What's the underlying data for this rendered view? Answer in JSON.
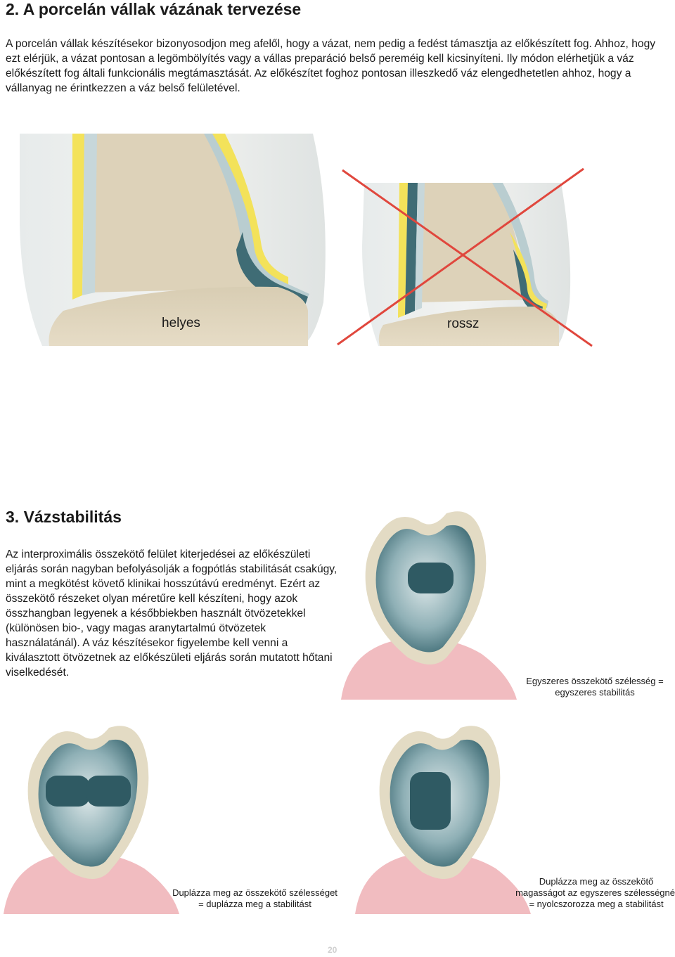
{
  "section2": {
    "title": "2. A porcelán vállak vázának tervezése",
    "body": "A porcelán vállak készítésekor bizonyosodjon meg afelől, hogy a vázat, nem pedig a fedést támasztja az előkészített fog. Ahhoz, hogy ezt elérjük, a vázat pontosan a legömbölyítés vagy a vállas preparáció belső pereméig kell kicsinyíteni. Ily módon elérhetjük a váz előkészített fog általi funkcionális megtámasztását. Az előkészítet foghoz pontosan illeszkedő váz elengedhetetlen ahhoz, hogy a vállanyag ne érintkezzen a váz belső felületével.",
    "figure": {
      "label_correct": "helyes",
      "label_wrong": "rossz"
    }
  },
  "section3": {
    "title": "3. Vázstabilitás",
    "body": "Az interproximális összekötő felület kiterjedései az előkészületi eljárás során nagyban befolyásolják a fogpótlás stabilitását csakúgy, mint a megkötést követő klinikai hosszútávú eredményt. Ezért az összekötő részeket olyan méretűre kell készíteni, hogy azok összhangban legyenek a későbbiekben használt ötvözetekkel (különösen bio-, vagy magas aranytartalmú ötvözetek használatánál). A váz készítésekor figyelembe kell venni a kiválasztott ötvözetnek az előkészületi eljárás során mutatott hőtani viselkedését.",
    "captions": {
      "single": "Egyszeres összekötő szélesség = egyszeres stabilitás",
      "double_width": "Duplázza meg az összekötő szélességet = duplázza meg a stabilitást",
      "double_height": "Duplázza meg az összekötő magasságot az egyszeres szélességnél = nyolcszorozza meg a stabilitást"
    }
  },
  "footer": {
    "page_number": "20"
  },
  "colors": {
    "porcelain": "#eceeec",
    "stump": "#ddd3bd",
    "framework": "#3f6c75",
    "opaque": "#f3e25a",
    "gum": "#f1bcc0",
    "cross": "#e0473d"
  }
}
